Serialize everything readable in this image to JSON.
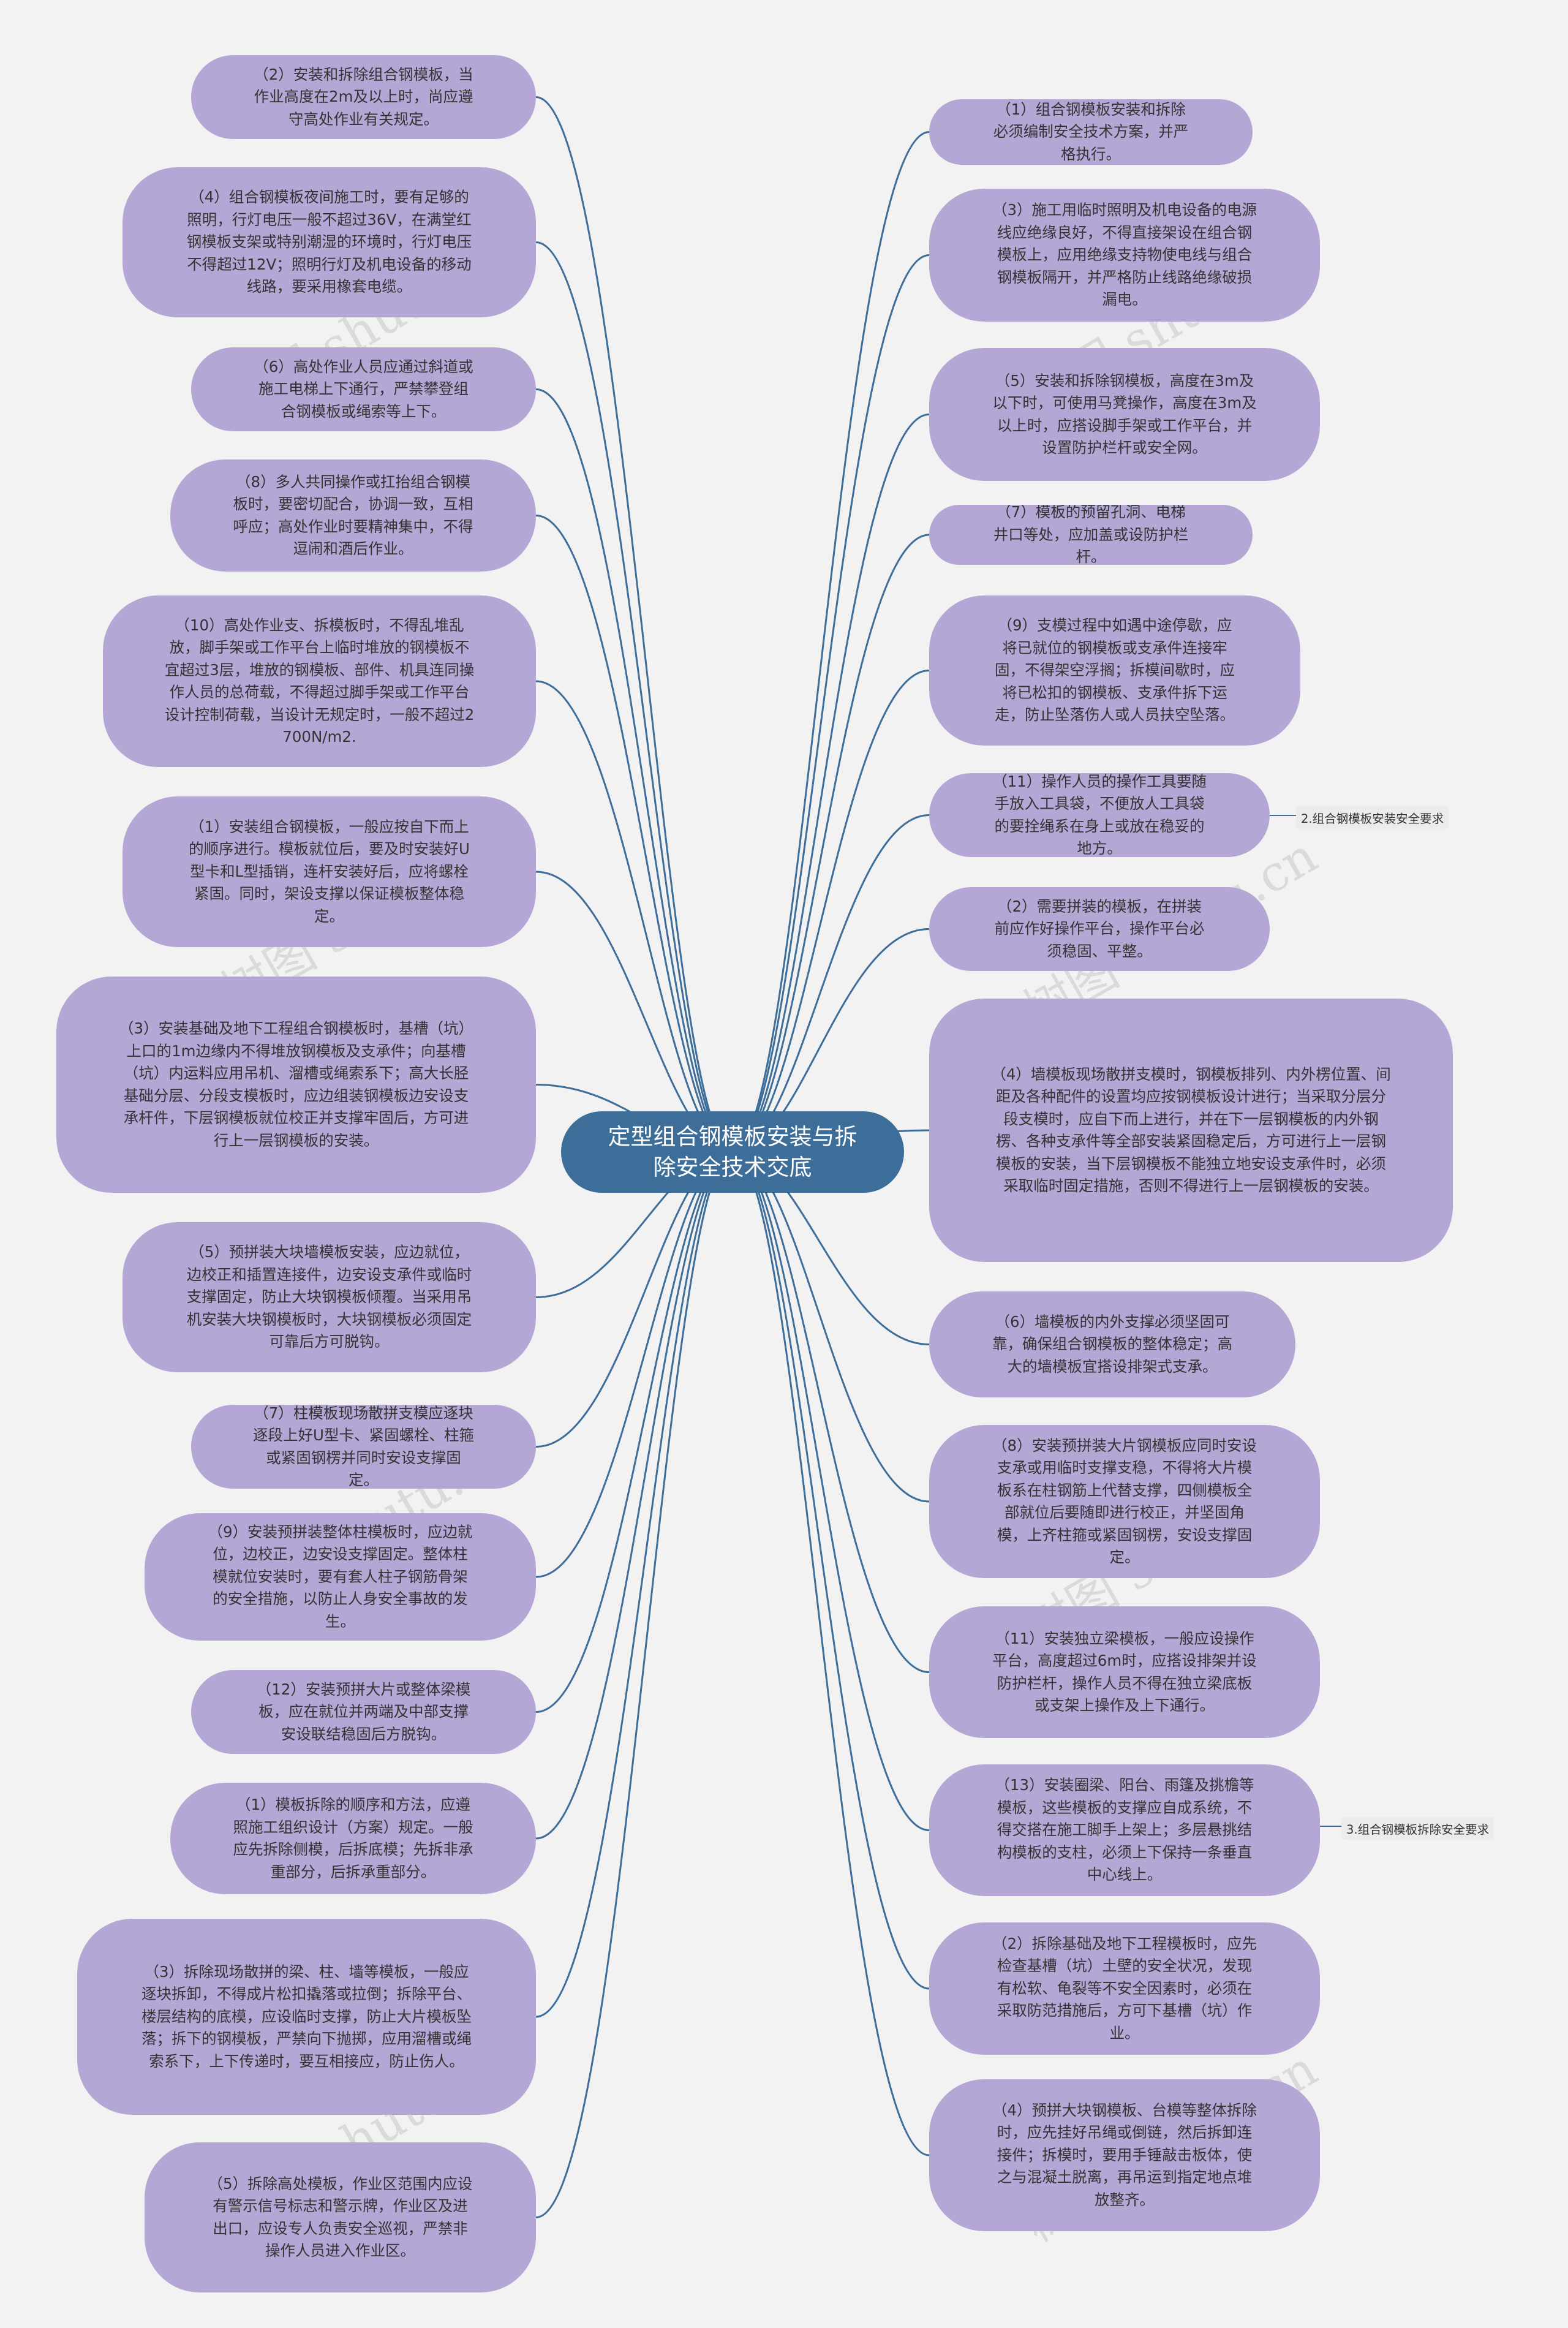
{
  "root": {
    "title": "定型组合钢模板安装与拆除安全技术交底"
  },
  "branch_labels": [
    "2.组合钢模板安装安全要求",
    "3.组合钢模板拆除安全要求"
  ],
  "left_nodes": [
    "（2）安装和拆除组合钢模板，当作业高度在2m及以上时，尚应遵守高处作业有关规定。",
    "（4）组合钢模板夜间施工时，要有足够的照明，行灯电压一般不超过36V，在满堂红钢模板支架或特别潮湿的环境时，行灯电压不得超过12V；照明行灯及机电设备的移动线路，要采用橡套电缆。",
    "（6）高处作业人员应通过斜道或施工电梯上下通行，严禁攀登组合钢模板或绳索等上下。",
    "（8）多人共同操作或扛抬组合钢模板时，要密切配合，协调一致，互相呼应；高处作业时要精神集中，不得逗闹和酒后作业。",
    "（10）高处作业支、拆模板时，不得乱堆乱放，脚手架或工作平台上临时堆放的钢模板不宜超过3层，堆放的钢模板、部件、机具连同操作人员的总荷载，不得超过脚手架或工作平台设计控制荷载，当设计无规定时，一般不超过2700N/m2.",
    "（1）安装组合钢模板，一般应按自下而上的顺序进行。模板就位后，要及时安装好U型卡和L型插销，连杆安装好后，应将螺栓紧固。同时，架设支撑以保证模板整体稳定。",
    "（3）安装基础及地下工程组合钢模板时，基槽（坑）上口的1m边缘内不得堆放钢模板及支承件；向基槽（坑）内运料应用吊机、溜槽或绳索系下；高大长胫基础分层、分段支模板时，应边组装钢模板边安设支承杆件，下层钢模板就位校正并支撑牢固后，方可进行上一层钢模板的安装。",
    "（5）预拼装大块墙模板安装，应边就位，边校正和插置连接件，边安设支承件或临时支撑固定，防止大块钢模板倾覆。当采用吊机安装大块钢模板时，大块钢模板必须固定可靠后方可脱钩。",
    "（7）柱模板现场散拼支模应逐块逐段上好U型卡、紧固螺栓、柱箍或紧固钢楞并同时安设支撑固定。",
    "（9）安装预拼装整体柱模板时，应边就位，边校正，边安设支撑固定。整体柱模就位安装时，要有套人柱子钢筋骨架的安全措施，以防止人身安全事故的发生。",
    "（12）安装预拼大片或整体梁模板，应在就位并两端及中部支撑安设联结稳固后方脱钩。",
    "（1）模板拆除的顺序和方法，应遵照施工组织设计（方案）规定。一般应先拆除侧模，后拆底模；先拆非承重部分，后拆承重部分。",
    "（3）拆除现场散拼的梁、柱、墙等模板，一般应逐块拆卸，不得成片松扣撬落或拉倒；拆除平台、楼层结构的底模，应设临时支撑，防止大片模板坠落；拆下的钢模板，严禁向下抛掷，应用溜槽或绳索系下，上下传递时，要互相接应，防止伤人。",
    "（5）拆除高处模板，作业区范围内应设有警示信号标志和警示牌，作业区及进出口，应设专人负责安全巡视，严禁非操作人员进入作业区。"
  ],
  "right_nodes": [
    "（1）组合钢模板安装和拆除必须编制安全技术方案，并严格执行。",
    "（3）施工用临时照明及机电设备的电源线应绝缘良好，不得直接架设在组合钢模板上，应用绝缘支持物使电线与组合钢模板隔开，并严格防止线路绝缘破损漏电。",
    "（5）安装和拆除钢模板，高度在3m及以下时，可使用马凳操作，高度在3m及以上时，应搭设脚手架或工作平台，并设置防护栏杆或安全网。",
    "（7）模板的预留孔洞、电梯井口等处，应加盖或设防护栏杆。",
    "（9）支模过程中如遇中途停歇，应将已就位的钢模板或支承件连接牢固，不得架空浮搁；拆模间歇时，应将已松扣的钢模板、支承件拆下运走，防止坠落伤人或人员扶空坠落。",
    "（11）操作人员的操作工具要随手放入工具袋，不便放人工具袋的要拴绳系在身上或放在稳妥的地方。",
    "（2）需要拼装的模板，在拼装前应作好操作平台，操作平台必须稳固、平整。",
    "（4）墙模板现场散拼支模时，钢模板排列、内外楞位置、间距及各种配件的设置均应按钢模板设计进行；当采取分层分段支模时，应自下而上进行，并在下一层钢模板的内外钢楞、各种支承件等全部安装紧固稳定后，方可进行上一层钢模板的安装，当下层钢模板不能独立地安设支承件时，必须采取临时固定措施，否则不得进行上一层钢模板的安装。",
    "（6）墙模板的内外支撑必须坚固可靠，确保组合钢模板的整体稳定；高大的墙模板宜搭设排架式支承。",
    "（8）安装预拼装大片钢模板应同时安设支承或用临时支撑支稳，不得将大片模板系在柱钢筋上代替支撑，四侧模板全部就位后要随即进行校正，并坚固角模，上齐柱箍或紧固钢楞，安设支撑固定。",
    "（11）安装独立梁模板，一般应设操作平台，高度超过6m时，应搭设排架并设防护栏杆，操作人员不得在独立梁底板或支架上操作及上下通行。",
    "（13）安装圈梁、阳台、雨篷及挑檐等模板，这些模板的支撑应自成系统，不得交搭在施工脚手上架上；多层悬挑结构模板的支柱，必须上下保持一条垂直中心线上。",
    "（2）拆除基础及地下工程模板时，应先检查基槽（坑）土壁的安全状况，发现有松软、龟裂等不安全因素时，必须在采取防范措施后，方可下基槽（坑）作业。",
    "（4）预拼大块钢模板、台模等整体拆除时，应先挂好吊绳或倒链，然后拆卸连接件；拆模时，要用手锤敲击板体，使之与混凝土脱离，再吊运到指定地点堆放整齐。"
  ],
  "watermarks": [
    "树图 shutu.cn",
    "树图 shutu.cn",
    "树图 shutu.cn",
    "树图 shutu.cn",
    "树图 shutu.cn",
    "树图 shutu.cn",
    "树图 shutu.cn",
    "树图 shutu.cn"
  ],
  "colors": {
    "node_fill": "#b4a7d6",
    "root_fill": "#3d6d99",
    "link": "#3d6d99",
    "background": "#f2f2f2"
  }
}
